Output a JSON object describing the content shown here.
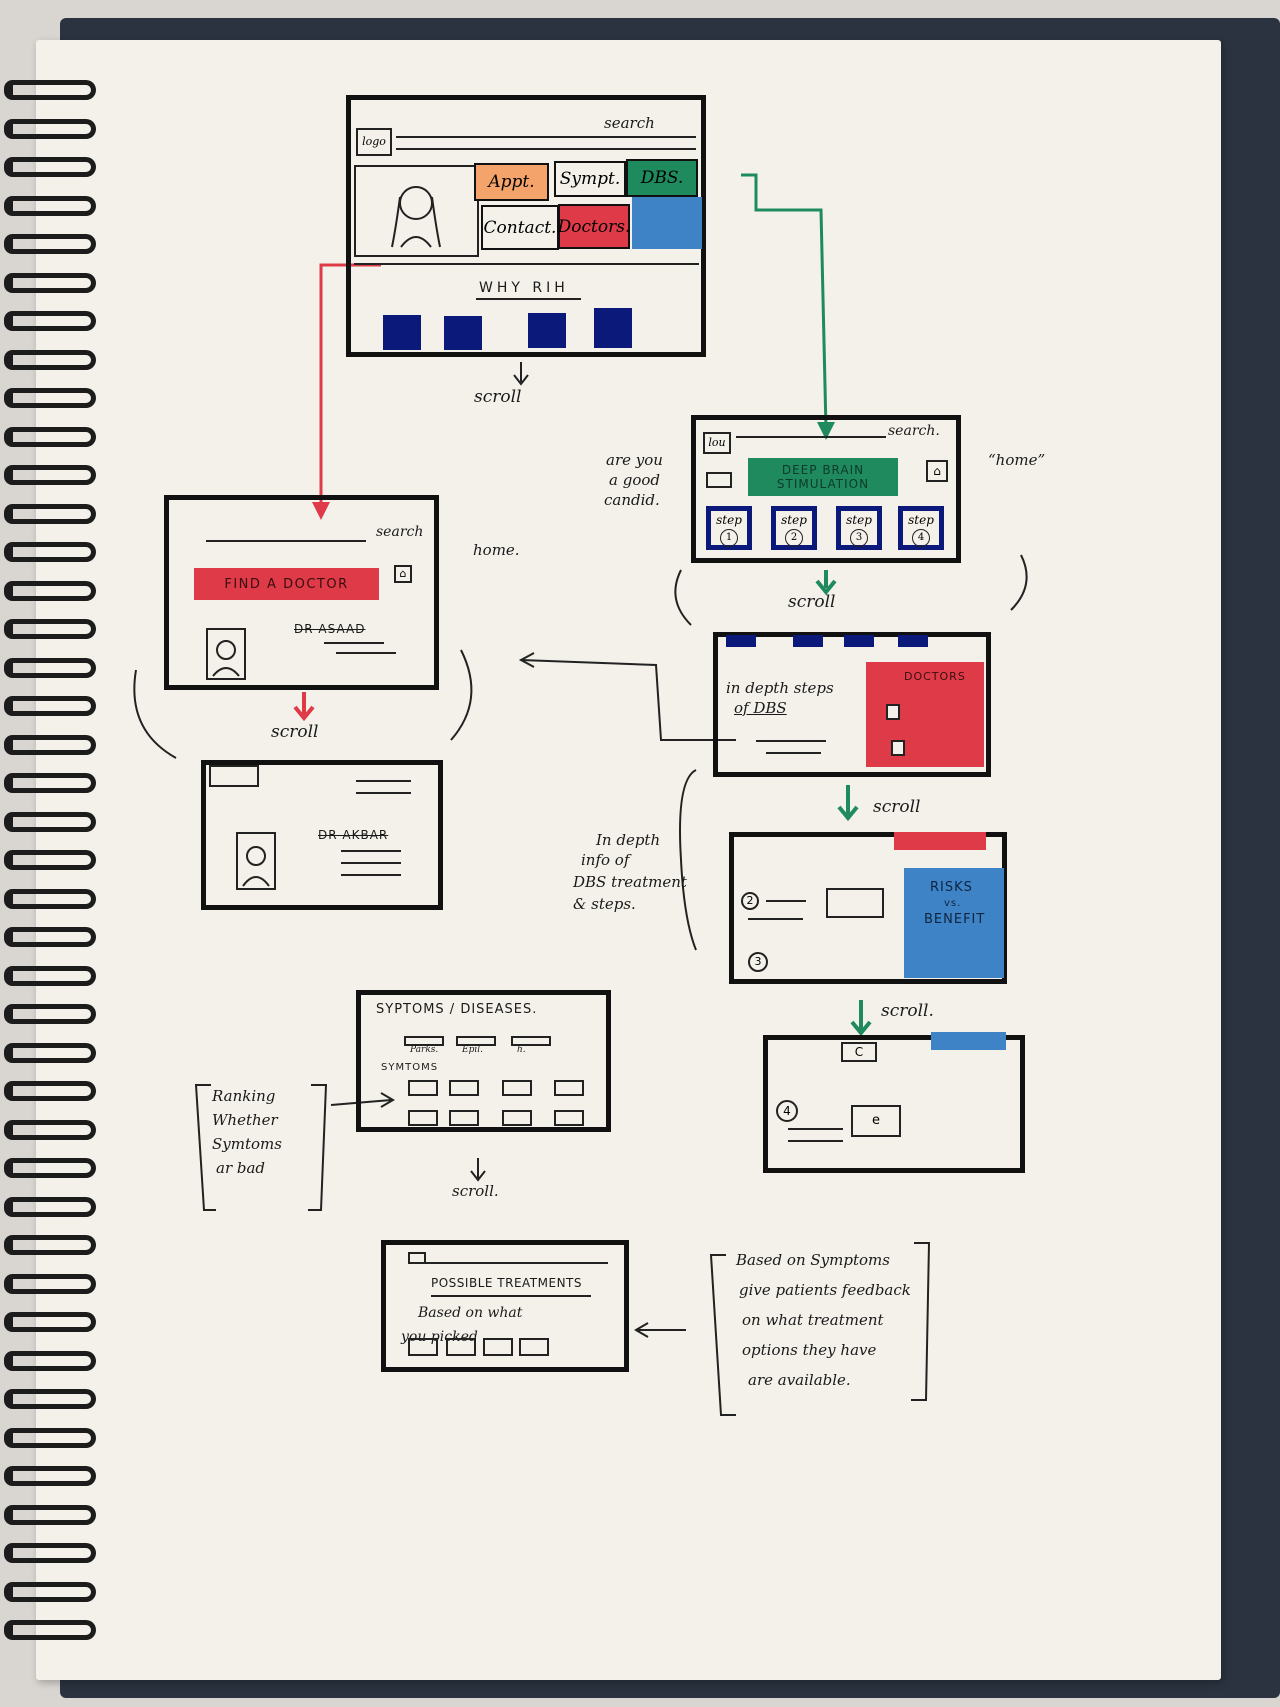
{
  "colors": {
    "orange": "#f4a46a",
    "red": "#de3a47",
    "green": "#1e8a5e",
    "blue": "#3f83c7",
    "navy": "#0b1a7a",
    "ink": "#111111"
  },
  "home": {
    "logo": "logo",
    "search": "search",
    "tiles": {
      "appt": "Appt.",
      "sympt": "Sympt.",
      "dbs": "DBS.",
      "contact": "Contact.",
      "doctors": "Doctors."
    },
    "why": "WHY RIH",
    "scroll": "scroll"
  },
  "dbs": {
    "logo": "lou",
    "search": "search.",
    "banner": "DEEP BRAIN STIMULATION",
    "steps": [
      {
        "label": "step",
        "num": "1"
      },
      {
        "label": "step",
        "num": "2"
      },
      {
        "label": "step",
        "num": "3"
      },
      {
        "label": "step",
        "num": "4"
      }
    ],
    "note_candidate": [
      "are you",
      "a good",
      "candid."
    ],
    "note_home": "“home”",
    "scroll": "scroll"
  },
  "doctor": {
    "search": "search",
    "banner": "FIND A DOCTOR",
    "name": "DR ASAAD",
    "note_home": "home.",
    "scroll": "scroll",
    "name2": "DR AKBAR"
  },
  "dbs_detail": {
    "text": [
      "in depth steps",
      "of DBS"
    ],
    "doctors": "DOCTORS",
    "scroll": "scroll",
    "note": [
      "In depth",
      "info of",
      "DBS treatment",
      "& steps."
    ],
    "num2": "2",
    "num3": "3",
    "risks": [
      "RISKS",
      "vs.",
      "BENEFIT"
    ],
    "scroll2": "scroll.",
    "num4": "4",
    "c": "C",
    "e": "e"
  },
  "symptoms": {
    "title": "SYPTOMS / DISEASES.",
    "chips": [
      "Parks.",
      "Epil.",
      "h."
    ],
    "subtitle": "SYMTOMS",
    "note": [
      "Ranking",
      "Whether",
      "Symtoms",
      "ar bad"
    ],
    "scroll": "scroll."
  },
  "treatments": {
    "title": "POSSIBLE TREATMENTS",
    "text": [
      "Based on what",
      "you picked"
    ],
    "note": [
      "Based on Symptoms",
      "give patients feedback",
      "on what treatment",
      "options they have",
      "are available."
    ]
  }
}
